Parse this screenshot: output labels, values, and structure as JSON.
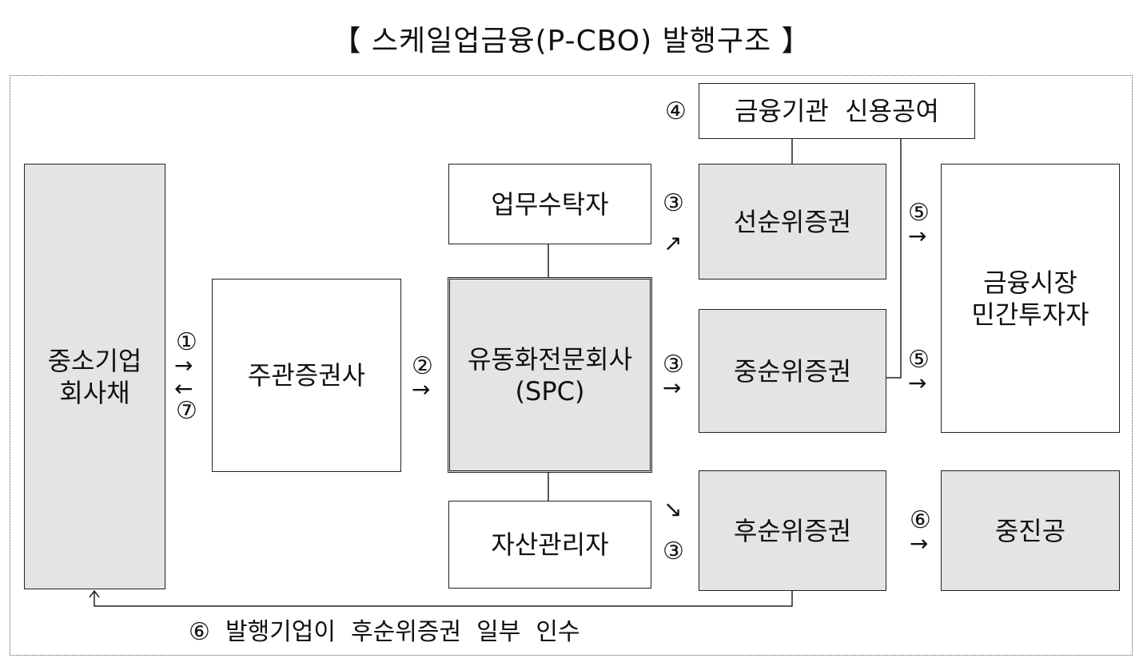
{
  "title": "【 스케일업금융(P-CBO) 발행구조 】",
  "nodes": {
    "sme_bond": {
      "line1": "중소기업",
      "line2": "회사채"
    },
    "lead_underwriter": "주관증권사",
    "trustee": "업무수탁자",
    "spc": {
      "line1": "유동화전문회사",
      "line2": "(SPC)"
    },
    "asset_manager": "자산관리자",
    "credit_enhancement": "금융기관  신용공여",
    "senior": "선순위증권",
    "mezzanine": "중순위증권",
    "junior": "후순위증권",
    "investors": {
      "line1": "금융시장",
      "line2": "민간투자자"
    },
    "kosmes": "중진공"
  },
  "steps": {
    "s1": "①",
    "s2": "②",
    "s3": "③",
    "s4": "④",
    "s5": "⑤",
    "s6": "⑥",
    "s7": "⑦",
    "arrow_right": "→",
    "arrow_left": "←",
    "arrow_up_right": "↗",
    "arrow_down_right": "↘"
  },
  "bottom_note": "⑥  발행기업이  후순위증권  일부  인수",
  "colors": {
    "gray_fill": "#e4e4e4",
    "line": "#222222"
  }
}
